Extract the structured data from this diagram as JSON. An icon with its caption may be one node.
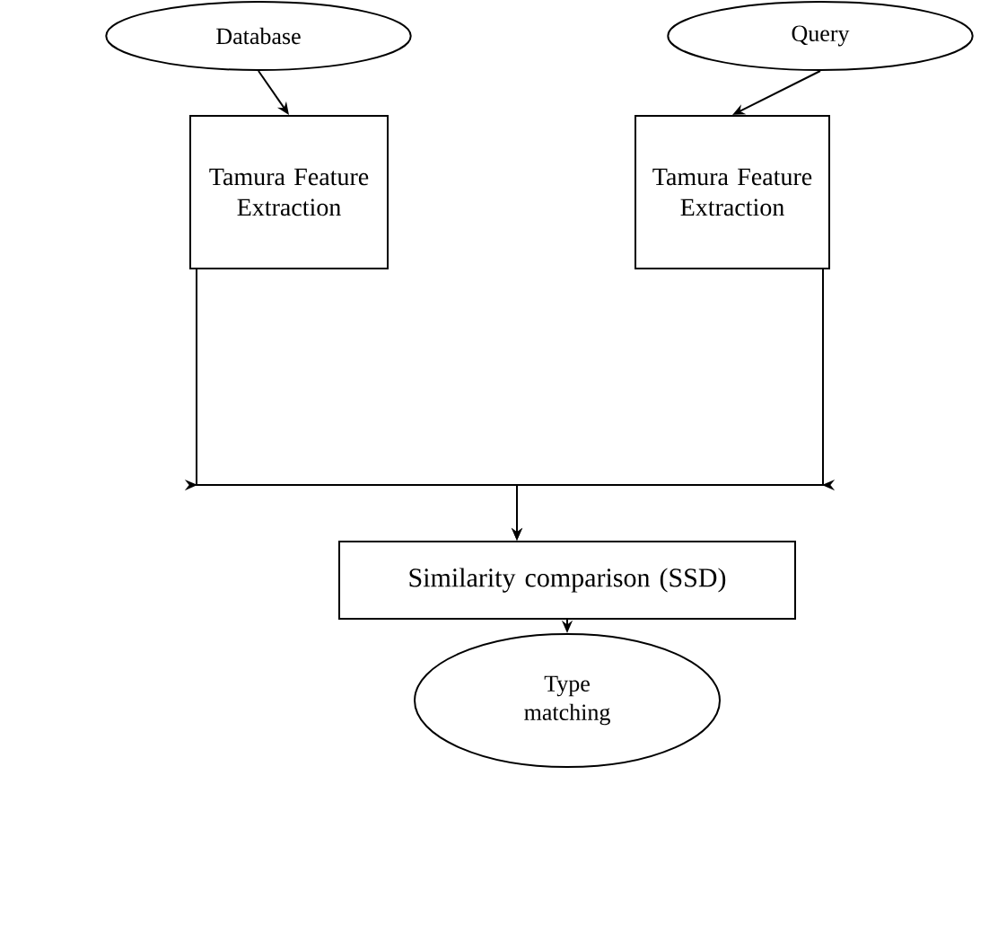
{
  "diagram": {
    "nodes": [
      {
        "text": [
          "Database"
        ]
      },
      {
        "text": [
          "Query"
        ]
      },
      {
        "text": [
          "Tamura Feature Extraction"
        ]
      },
      {
        "text": [
          "Tamura Feature Extraction"
        ]
      },
      {
        "text": [
          "Similarity comparison (SSD)"
        ]
      },
      {
        "text": [
          "Type matching"
        ]
      }
    ],
    "edges": [
      {
        "from": 0,
        "to": 2,
        "arrow": "to"
      },
      {
        "from": 1,
        "to": 3,
        "arrow": "to"
      },
      {
        "from": 2,
        "to": 4,
        "arrow": "to"
      },
      {
        "from": 3,
        "to": 4,
        "arrow": "to"
      },
      {
        "from": 4,
        "to": 5,
        "arrow": "to"
      }
    ]
  }
}
